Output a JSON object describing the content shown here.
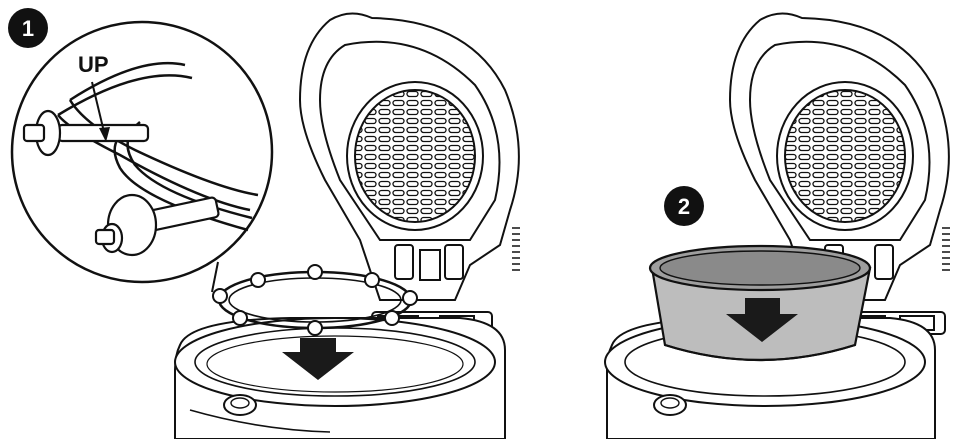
{
  "steps": [
    {
      "number": "1",
      "label": "UP"
    },
    {
      "number": "2"
    }
  ],
  "colors": {
    "line": "#111111",
    "fill": "#ffffff",
    "bowl": "#bdbdbd",
    "bowl_dark": "#8a8a8a",
    "arrow": "#1a1a1a",
    "badge": "#111111",
    "badge_text": "#ffffff"
  },
  "icons": {
    "step1": "step-1-badge",
    "step2": "step-2-badge",
    "arrow": "down-arrow-icon",
    "fryer": "fryer-illustration",
    "ring": "ring-accessory",
    "bowl": "bowl-insert"
  }
}
